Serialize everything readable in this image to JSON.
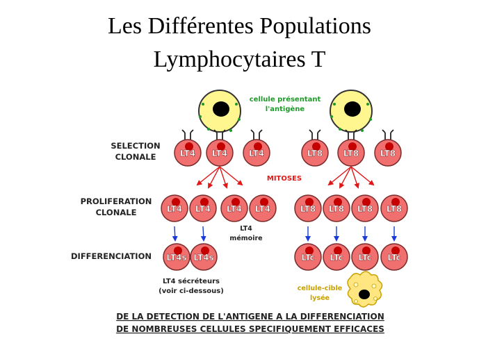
{
  "title": {
    "line1": "Les Différentes Populations",
    "line2": "Lymphocytaires T"
  },
  "diagram": {
    "apc_label": [
      "cellule présentant",
      "l'antigène"
    ],
    "row_labels": {
      "selection": [
        "SELECTION",
        "CLONALE"
      ],
      "proliferation": [
        "PROLIFERATION",
        "CLONALE"
      ],
      "differenciation": [
        "DIFFERENCIATION"
      ]
    },
    "mitoses": "MITOSES",
    "memory_label": [
      "LT4",
      "mémoire"
    ],
    "secretor_label": [
      "LT4 sécréteurs",
      "(voir ci-dessous)"
    ],
    "target_label": [
      "cellule-cible",
      "lysée"
    ],
    "caption": [
      "DE LA DETECTION DE L'ANTIGENE A LA DIFFERENCIATION",
      "DE NOMBREUSES CELLULES SPECIFIQUEMENT EFFICACES"
    ],
    "cells": {
      "selection": [
        "LT4",
        "LT4",
        "LT4",
        "LT8",
        "LT8",
        "LT8"
      ],
      "proliferation": [
        "LT4",
        "LT4",
        "LT4",
        "LT4",
        "LT8",
        "LT8",
        "LT8",
        "LT8"
      ],
      "differenciation": [
        "LT4s",
        "LT4s",
        "LTc",
        "LTc",
        "LTc",
        "LTc"
      ]
    },
    "colors": {
      "lymphocyte": "#f07070",
      "nucleus": "#c40000",
      "apc": "#fff690",
      "green_text": "#1f9a2a",
      "red_text": "#e01818",
      "red_arrow": "#e01818",
      "blue_arrow": "#1a3ad8",
      "yellow_text": "#c8a000",
      "dark_text": "#222222",
      "target_cell": "#ffe680"
    }
  }
}
